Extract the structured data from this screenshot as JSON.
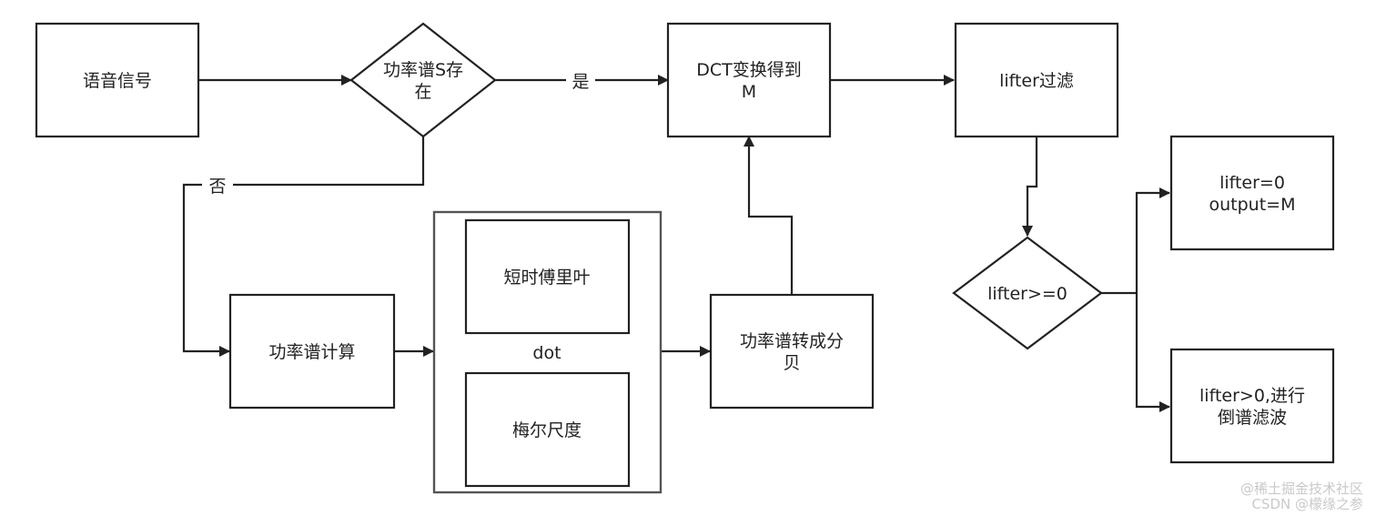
{
  "nodes": {
    "speech_signal": [
      "语音信号"
    ],
    "power_spectrum_exists": [
      "功率谱S存",
      "在"
    ],
    "dct_transform": [
      "DCT变换得到",
      "M"
    ],
    "lifter_filter": [
      "lifter过滤"
    ],
    "lifter_eq_zero": [
      "lifter=0",
      "output=M"
    ],
    "lifter_ge_zero": [
      "lifter>=0"
    ],
    "lifter_gt_zero": [
      "lifter>0,进行",
      "倒谱滤波"
    ],
    "power_spectrum_calc": [
      "功率谱计算"
    ],
    "stft": [
      "短时傅里叶"
    ],
    "mel_scale": [
      "梅尔尺度"
    ],
    "dot": [
      "dot"
    ],
    "to_db": [
      "功率谱转成分",
      "贝"
    ]
  },
  "edge_labels": {
    "yes": "是",
    "no": "否"
  },
  "watermark": {
    "line1": "@稀土掘金技术社区",
    "line2": "CSDN @檬缘之参"
  }
}
